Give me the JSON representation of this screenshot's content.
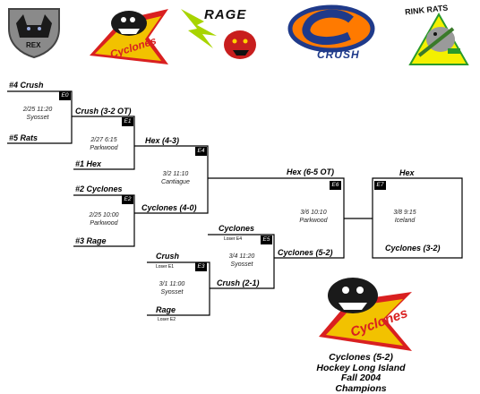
{
  "logos": {
    "rex": "REX",
    "cyclones": "Cyclones",
    "rage": "RAGE",
    "crush": "CRUSH",
    "rink_rats": "RINK RATS",
    "champion": "Cyclones"
  },
  "games": {
    "e0": {
      "tag": "E0",
      "date": "2/25  11:20",
      "rink": "Syosset"
    },
    "e1": {
      "tag": "E1",
      "date": "2/27  6:15",
      "rink": "Parkwood"
    },
    "e2": {
      "tag": "E2",
      "date": "2/25  10:00",
      "rink": "Parkwood"
    },
    "e3": {
      "tag": "E3",
      "date": "3/1  11:00",
      "rink": "Syosset"
    },
    "e4": {
      "tag": "E4",
      "date": "3/2  11:10",
      "rink": "Cantiague"
    },
    "e5": {
      "tag": "E5",
      "date": "3/4  11:20",
      "rink": "Syosset"
    },
    "e6": {
      "tag": "E6",
      "date": "3/6  10:10",
      "rink": "Parkwood"
    },
    "e7": {
      "tag": "E7",
      "date": "3/8  9:15",
      "rink": "Iceland"
    }
  },
  "teams": {
    "crush4": "#4 Crush",
    "rats5": "#5 Rats",
    "e0_winner": "Crush (3-2 OT)",
    "hex1": "#1 Hex",
    "e1_winner": "Hex (4-3)",
    "cyclones2": "#2 Cyclones",
    "rage3": "#3 Rage",
    "e2_winner": "Cyclones (4-0)",
    "e4_winner": "Hex (6-5 OT)",
    "e5_top": "Cyclones",
    "loser_e4": "Loser E4",
    "crush_e3": "Crush",
    "loser_e1": "Loser E1",
    "rage_e3": "Rage",
    "loser_e2": "Loser E2",
    "e3_winner": "Crush (2-1)",
    "e5_winner": "Cyclones (5-2)",
    "final_hex": "Hex",
    "final_winner": "Cyclones (3-2)"
  },
  "champion": {
    "line1": "Cyclones (5-2)",
    "line2": "Hockey Long Island",
    "line3": "Fall 2004",
    "line4": "Champions"
  }
}
